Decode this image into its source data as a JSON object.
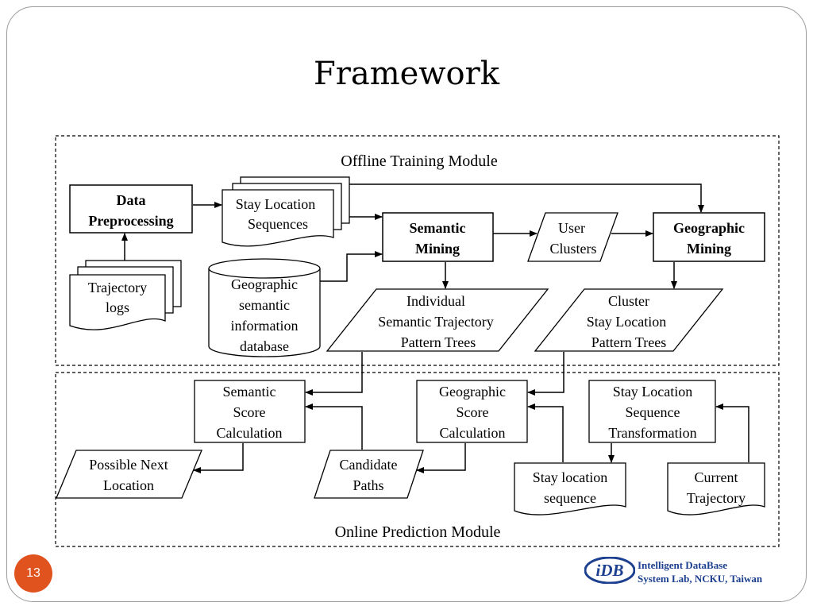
{
  "title": "Framework",
  "page_number": "13",
  "footer": {
    "lab_line1": "Intelligent DataBase",
    "lab_line2": "System Lab, NCKU, Taiwan",
    "logo_text": "iDB",
    "logo_color": "#1c3f8f"
  },
  "modules": {
    "offline": "Offline Training Module",
    "online": "Online Prediction Module"
  },
  "nodes": {
    "data_preprocessing": [
      "Data",
      "Preprocessing"
    ],
    "trajectory_logs": [
      "Trajectory",
      "logs"
    ],
    "stay_location_sequences": [
      "Stay Location",
      "Sequences"
    ],
    "geo_semantic_db": [
      "Geographic",
      "semantic",
      "information",
      "database"
    ],
    "semantic_mining": [
      "Semantic",
      "Mining"
    ],
    "user_clusters": [
      "User",
      "Clusters"
    ],
    "geographic_mining": [
      "Geographic",
      "Mining"
    ],
    "individual_trees": [
      "Individual",
      "Semantic Trajectory",
      "Pattern Trees"
    ],
    "cluster_trees": [
      "Cluster",
      "Stay Location",
      "Pattern Trees"
    ],
    "semantic_score": [
      "Semantic",
      "Score",
      "Calculation"
    ],
    "geographic_score": [
      "Geographic",
      "Score",
      "Calculation"
    ],
    "sls_transformation": [
      "Stay Location",
      "Sequence",
      "Transformation"
    ],
    "possible_next": [
      "Possible Next",
      "Location"
    ],
    "candidate_paths": [
      "Candidate",
      "Paths"
    ],
    "stay_location_sequence": [
      "Stay location",
      "sequence"
    ],
    "current_trajectory": [
      "Current",
      "Trajectory"
    ]
  },
  "colors": {
    "badge": "#e0521e",
    "stroke": "#000000"
  }
}
